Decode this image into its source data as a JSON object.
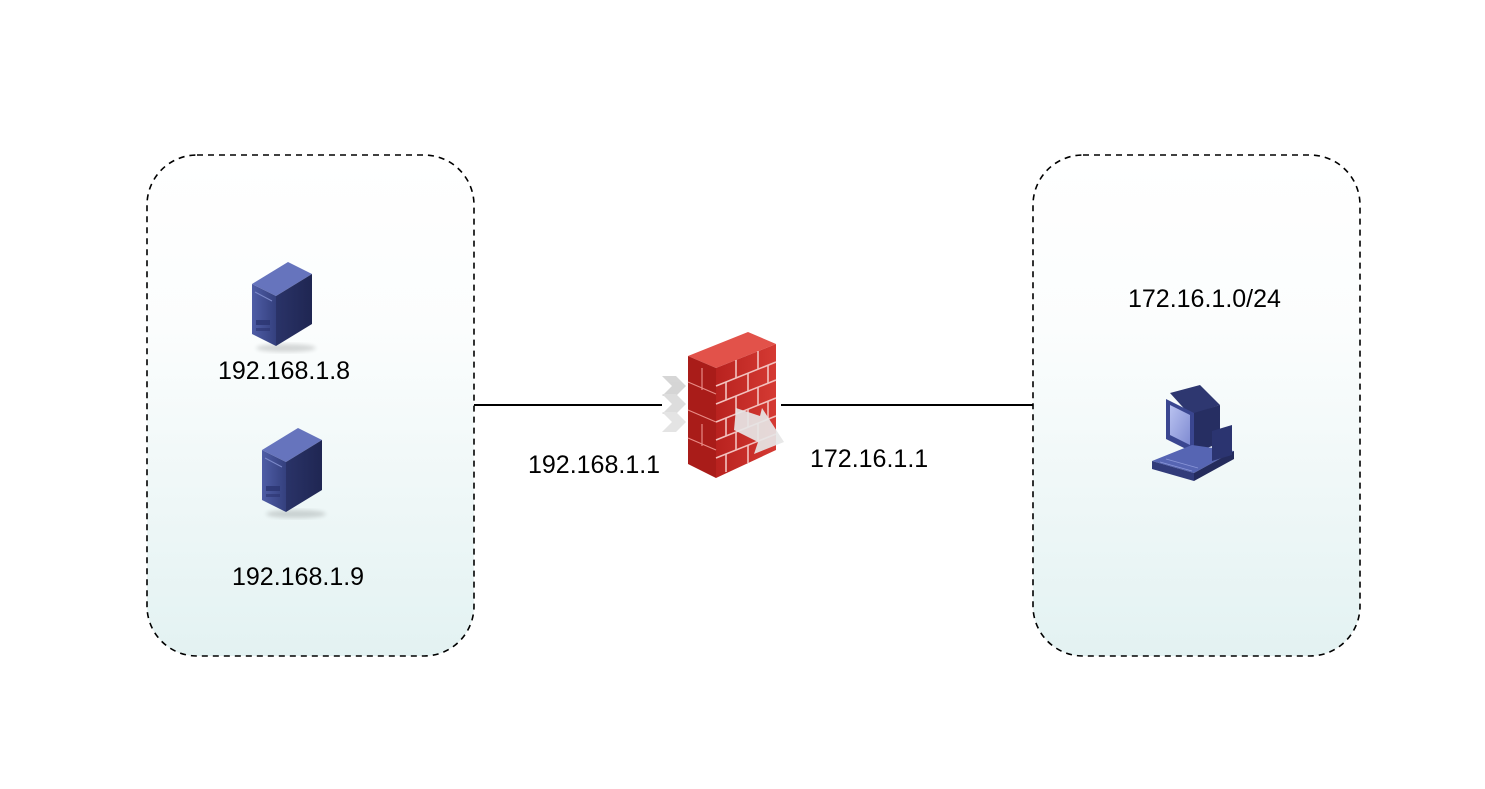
{
  "diagram": {
    "left_zone": {
      "server_1_ip": "192.168.1.8",
      "server_2_ip": "192.168.1.9"
    },
    "firewall": {
      "inside_ip": "192.168.1.1",
      "outside_ip": "172.16.1.1"
    },
    "right_zone": {
      "subnet": "172.16.1.0/24"
    }
  },
  "colors": {
    "zone_border": "#000000",
    "zone_fill_top": "#ffffff",
    "zone_fill_bottom": "#e3f2f2",
    "server_body": "#3c4a8c",
    "firewall_red": "#c8302c",
    "pc_blue": "#4a5aa8"
  },
  "icons": {
    "server": "server-icon",
    "firewall": "firewall-icon",
    "computer": "computer-icon"
  }
}
